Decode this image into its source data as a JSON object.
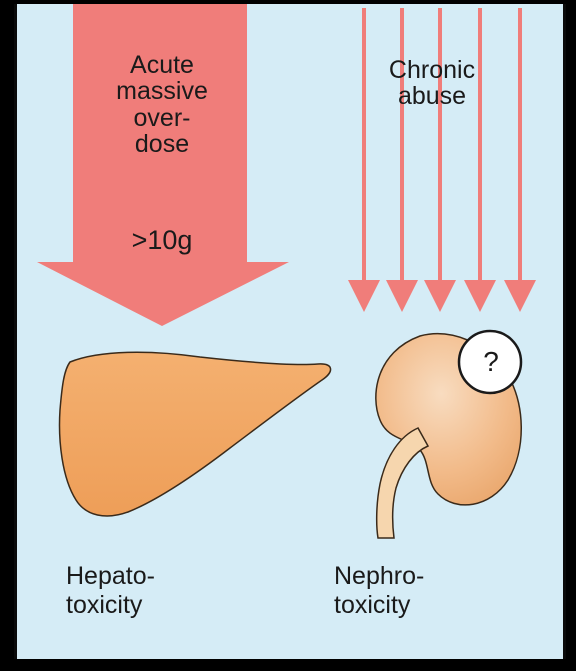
{
  "diagram": {
    "acute_label": "Acute\nmassive\nover-\ndose",
    "acute_dose": ">10g",
    "chronic_label": "Chronic\nabuse",
    "question_mark": "?",
    "liver_label": "Hepato-\ntoxicity",
    "kidney_label": "Nephro-\ntoxicity"
  },
  "colors": {
    "background": "#d5ecf6",
    "arrow": "#f07d7a",
    "organ": "#f2a764",
    "kidney_light": "#f6d5b5"
  },
  "icons": [
    "big-arrow-icon",
    "small-arrow-icon",
    "liver-icon",
    "kidney-icon",
    "ureter-icon"
  ]
}
